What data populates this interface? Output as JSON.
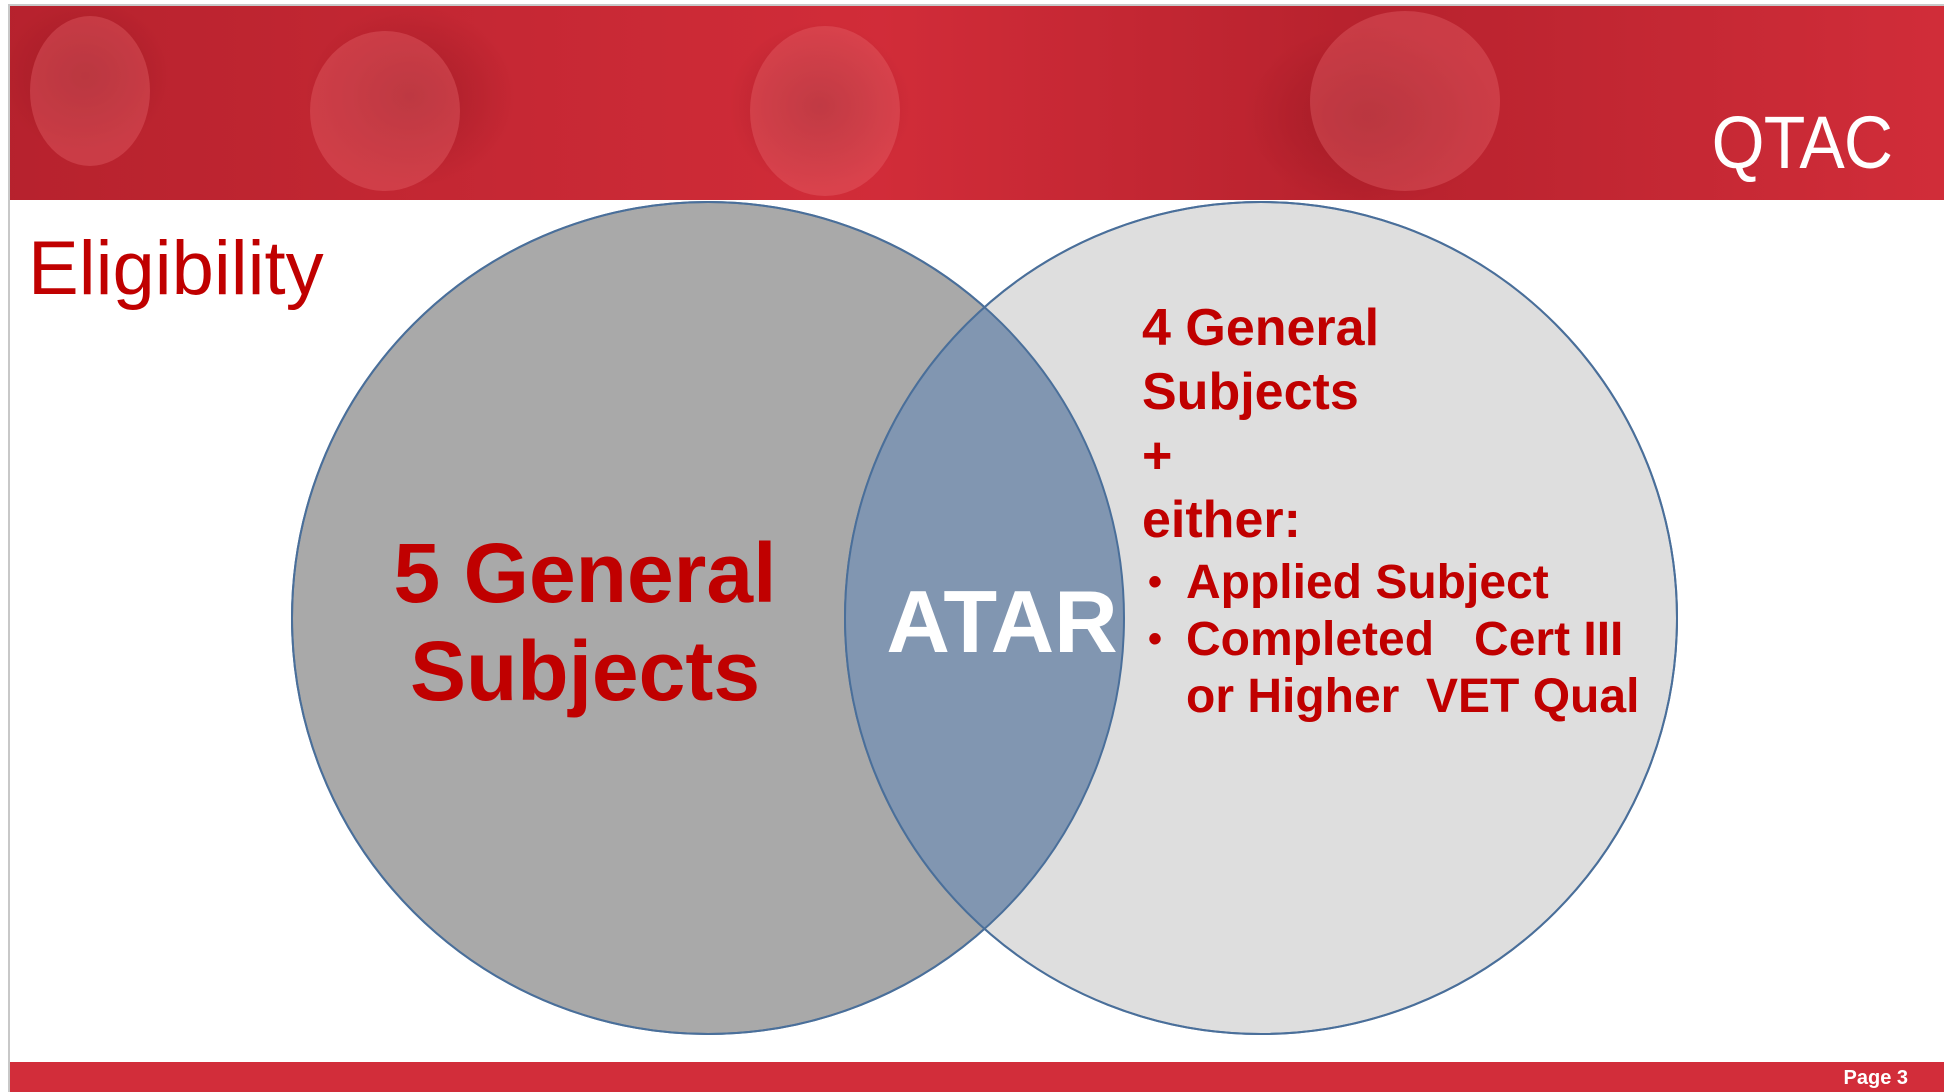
{
  "brand": {
    "logo_text": "QTAC"
  },
  "slide": {
    "title": "Eligibility",
    "page_label": "Page 3"
  },
  "venn": {
    "left_circle": {
      "lines": [
        "5 General",
        "Subjects"
      ],
      "fill": "#a9a9a9"
    },
    "overlap": {
      "label": "ATAR",
      "fill": "#8196b1"
    },
    "right_circle": {
      "fill": "#dedede",
      "lines": [
        "4 General",
        "Subjects",
        "+",
        "either:"
      ],
      "bullets": [
        {
          "line1": "Applied Subject",
          "line2": ""
        },
        {
          "line1": "Completed   Cert III",
          "line2": "or Higher  VET Qual"
        }
      ]
    },
    "outline_color": "#4a6f9a"
  },
  "colors": {
    "accent": "#d22d3a",
    "text_red": "#c00000",
    "white": "#ffffff"
  }
}
